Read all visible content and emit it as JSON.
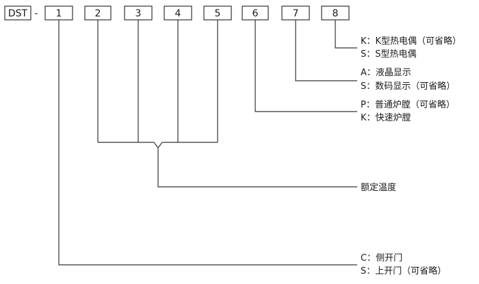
{
  "prefix": "DST",
  "dash": "-",
  "positions": [
    "1",
    "2",
    "3",
    "4",
    "5",
    "6",
    "7",
    "8"
  ],
  "options": {
    "p8": [
      "K：K型热电偶（可省略）",
      "S：S型热电偶"
    ],
    "p7": [
      "A：液晶显示",
      "S：数码显示（可省略）"
    ],
    "p6": [
      "P：普通炉膛（可省略）",
      "K：快速炉膛"
    ],
    "p2_5": [
      "额定温度"
    ],
    "p1": [
      "C：侧开门",
      "S：上开门（可省略）"
    ]
  }
}
